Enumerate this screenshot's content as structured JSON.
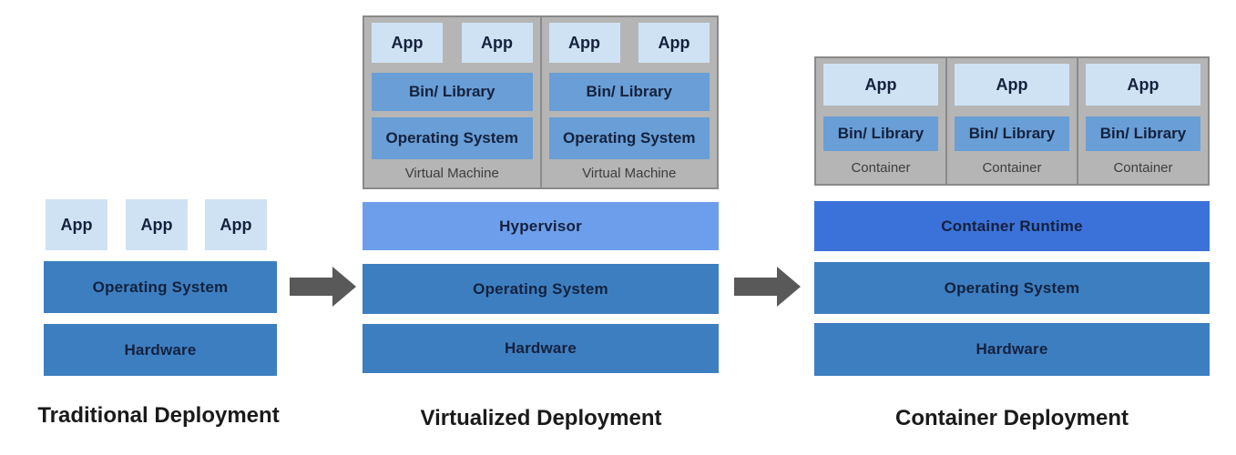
{
  "palette": {
    "app_box": "#cfe2f3",
    "layer_blue": "#3d7ec1",
    "bin_library_blue": "#699ed6",
    "hypervisor_blue": "#6d9eeb",
    "container_runtime_blue": "#3b72d9",
    "group_gray": "#b5b5b5",
    "group_border_gray": "#8a8a8a",
    "arrow_gray": "#595959"
  },
  "columns": [
    {
      "title": "Traditional Deployment",
      "apps": [
        "App",
        "App",
        "App"
      ],
      "layers": [
        "Operating System",
        "Hardware"
      ]
    },
    {
      "title": "Virtualized Deployment",
      "vms": [
        {
          "apps": [
            "App",
            "App"
          ],
          "bin": "Bin/ Library",
          "os": "Operating System",
          "caption": "Virtual Machine"
        },
        {
          "apps": [
            "App",
            "App"
          ],
          "bin": "Bin/ Library",
          "os": "Operating System",
          "caption": "Virtual Machine"
        }
      ],
      "layers": [
        "Hypervisor",
        "Operating System",
        "Hardware"
      ]
    },
    {
      "title": "Container Deployment",
      "containers": [
        {
          "app": "App",
          "bin": "Bin/ Library",
          "caption": "Container"
        },
        {
          "app": "App",
          "bin": "Bin/ Library",
          "caption": "Container"
        },
        {
          "app": "App",
          "bin": "Bin/ Library",
          "caption": "Container"
        }
      ],
      "layers": [
        "Container Runtime",
        "Operating System",
        "Hardware"
      ]
    }
  ]
}
